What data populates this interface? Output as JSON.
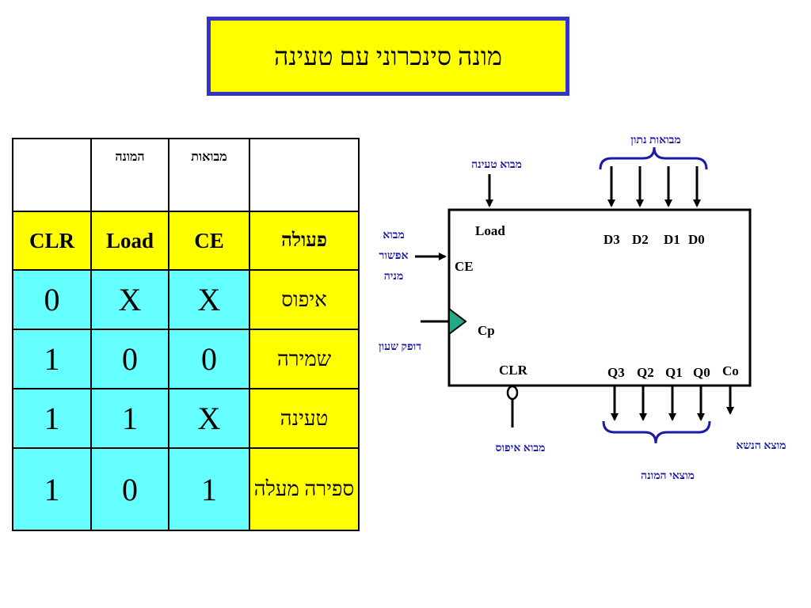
{
  "title": "מונה סינכרוני עם טעינה",
  "table": {
    "header_groups": [
      "",
      "המונה",
      "מבואות",
      ""
    ],
    "columns": [
      "CLR",
      "Load",
      "CE",
      "פעולה"
    ],
    "rows": [
      {
        "clr": "0",
        "load": "X",
        "ce": "X",
        "op": "איפוס"
      },
      {
        "clr": "1",
        "load": "0",
        "ce": "0",
        "op": "שמירה"
      },
      {
        "clr": "1",
        "load": "1",
        "ce": "X",
        "op": "טעינה"
      },
      {
        "clr": "1",
        "load": "0",
        "ce": "1",
        "op": "ספירה מעלה"
      }
    ]
  },
  "diagram": {
    "pins": {
      "load": "Load",
      "ce": "CE",
      "cp": "Cp",
      "clr": "CLR",
      "d3": "D3",
      "d2": "D2",
      "d1": "D1",
      "d0": "D0",
      "q3": "Q3",
      "q2": "Q2",
      "q1": "Q1",
      "q0": "Q0",
      "co": "Co"
    },
    "labels": {
      "data_inputs": "מבואות נתון",
      "load_input": "מבוא טעינה",
      "enable_line1": "מבוא",
      "enable_line2": "אפשור",
      "enable_line3": "מניה",
      "clock_pulse": "דופק שעון",
      "reset_input": "מבוא איפוס",
      "counter_outputs": "מוצאי המונה",
      "carry_output": "מוצא הנשא"
    },
    "colors": {
      "label_blue": "#1a1aa6",
      "clock_triangle": "#22aa88",
      "title_border": "#3333cc",
      "yellow": "#ffff00",
      "cyan": "#66ffff"
    }
  }
}
